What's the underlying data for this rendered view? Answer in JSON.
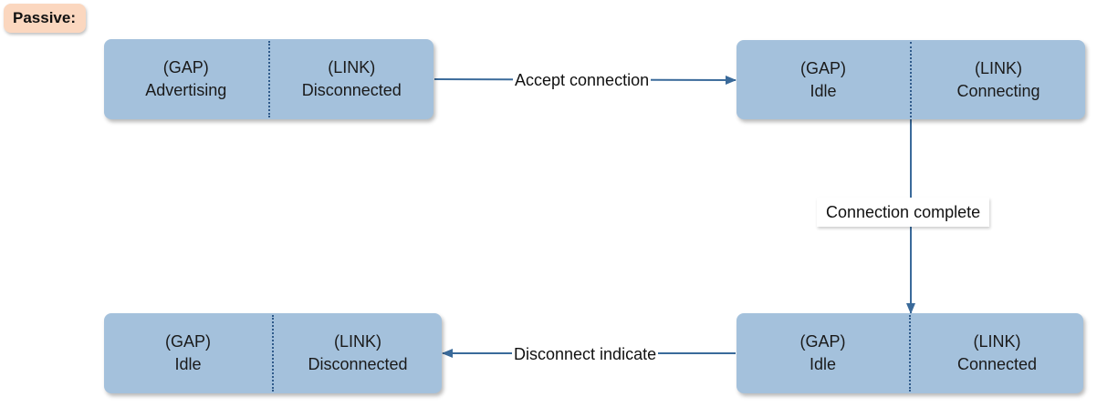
{
  "header": {
    "badge": "Passive:"
  },
  "colors": {
    "state_fill": "#a4c1dc",
    "arrow": "#3a6a9a",
    "badge_fill": "#fbd7bf"
  },
  "states": {
    "advertising": {
      "gap_tag": "(GAP)",
      "gap_state": "Advertising",
      "link_tag": "(LINK)",
      "link_state": "Disconnected"
    },
    "connecting": {
      "gap_tag": "(GAP)",
      "gap_state": "Idle",
      "link_tag": "(LINK)",
      "link_state": "Connecting"
    },
    "connected": {
      "gap_tag": "(GAP)",
      "gap_state": "Idle",
      "link_tag": "(LINK)",
      "link_state": "Connected"
    },
    "disconnected": {
      "gap_tag": "(GAP)",
      "gap_state": "Idle",
      "link_tag": "(LINK)",
      "link_state": "Disconnected"
    }
  },
  "transitions": {
    "accept": "Accept connection",
    "complete": "Connection complete",
    "disconnect": "Disconnect indicate"
  }
}
